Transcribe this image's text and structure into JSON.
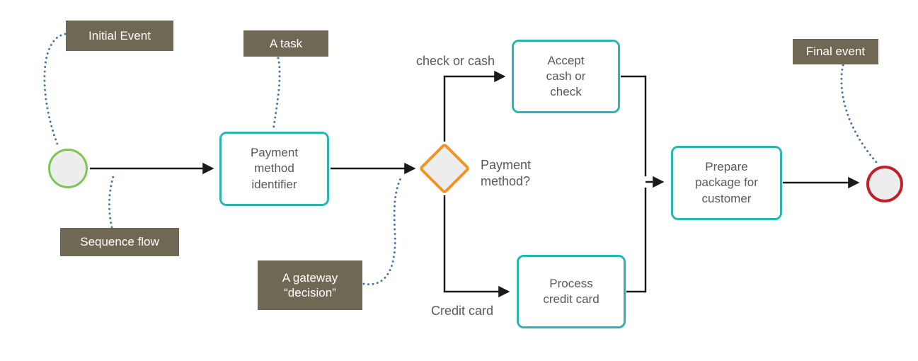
{
  "annotations": {
    "initial_event": {
      "label": "Initial Event"
    },
    "a_task": {
      "label": "A task"
    },
    "sequence_flow": {
      "label": "Sequence flow"
    },
    "a_gateway": {
      "label": "A gateway\n“decision”"
    },
    "final_event": {
      "label": "Final event"
    }
  },
  "nodes": {
    "payment_method_identifier": {
      "label": "Payment method identifier"
    },
    "accept_cash_or_check": {
      "label": "Accept cash or check"
    },
    "process_credit_card": {
      "label": "Process credit card"
    },
    "prepare_package": {
      "label": "Prepare package for customer"
    }
  },
  "edge_labels": {
    "payment_method_question": "Payment method?",
    "check_or_cash": "check or cash",
    "credit_card": "Credit card"
  },
  "colors": {
    "annotation_box": "#6e6854",
    "annotation_text": "#ffffff",
    "task_border": "#2ab5b3",
    "start_event_border": "#7dc455",
    "end_event_border": "#bf2127",
    "gateway_border": "#f29422",
    "node_fill": "#ededed",
    "flow_line": "#1a1a1a",
    "annotation_line": "#4a74a8",
    "node_text": "#595959"
  }
}
